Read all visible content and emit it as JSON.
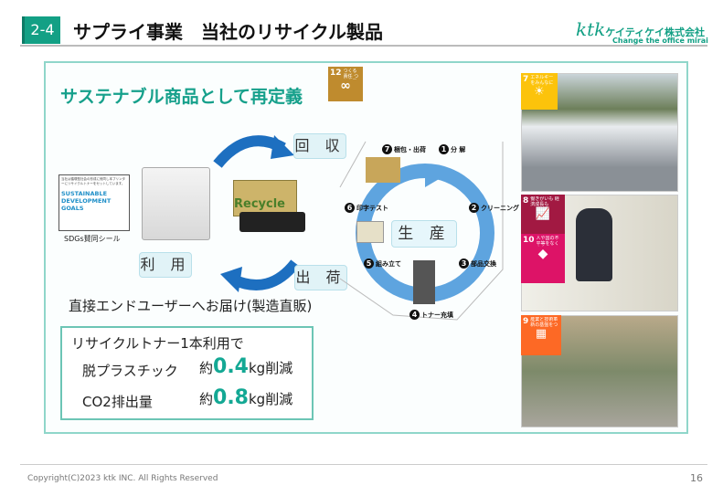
{
  "header": {
    "section": "2-4",
    "title": "サプライ事業　当社のリサイクル製品",
    "logo_mark": "ktk",
    "logo_name": "ケイティケイ株式会社",
    "logo_tagline": "Change the office mirai"
  },
  "main": {
    "subtitle": "サステナブル商品として再定義",
    "sdg_badges": [
      {
        "number": "12",
        "label": "つくる責任 つかう責任",
        "color": "#bf8b2e"
      },
      {
        "number": "7",
        "label": "エネルギーをみんなに そしてクリーンに",
        "color": "#fcc30b"
      },
      {
        "number": "8",
        "label": "働きがいも 経済成長も",
        "color": "#a21942"
      },
      {
        "number": "10",
        "label": "人や国の不平等をなくそう",
        "color": "#dd1367"
      },
      {
        "number": "9",
        "label": "産業と技術革新の基盤をつくろう",
        "color": "#fd6925"
      }
    ],
    "cycle_labels": {
      "collect": "回 収",
      "use": "利 用",
      "ship": "出 荷",
      "produce": "生 産"
    },
    "seal": {
      "text": "当社は循環型社会の形成に賛同し本プリンターにリサイクルトナーをセットしています。",
      "goals": "SUSTAINABLE DEVELOPMENT GOALS",
      "caption": "SDGs賛同シール"
    },
    "toner_box_label": "Recycle",
    "steps": [
      "分 解",
      "クリーニング",
      "部品交換",
      "トナー充填",
      "組み立て",
      "印字テスト",
      "梱包・出荷"
    ],
    "direct": "直接エンドユーザーへお届け(製造直販)",
    "stats": {
      "intro": "リサイクルトナー1本利用で",
      "rows": [
        {
          "label": "脱プラスチック",
          "prefix": "約",
          "value": "0.4",
          "unit": "kg削減"
        },
        {
          "label": "CO2排出量",
          "prefix": "約",
          "value": "0.8",
          "unit": "kg削減"
        }
      ]
    }
  },
  "footer": {
    "copyright": "Copyright(C)2023 ktk INC. All Rights Reserved",
    "page": "16"
  }
}
